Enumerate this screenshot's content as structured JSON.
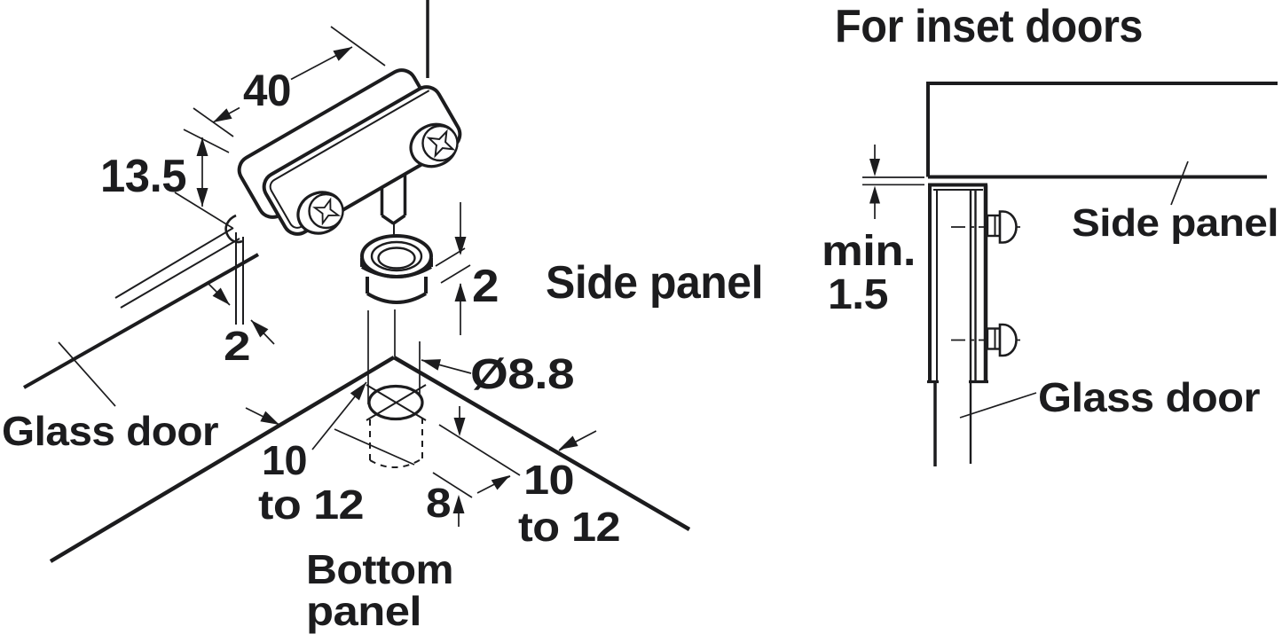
{
  "colors": {
    "ink": "#1c1c1e",
    "background": "#ffffff"
  },
  "views": {
    "isometric": {
      "labels": {
        "glass_door": "Glass door",
        "side_panel": "Side panel",
        "bottom_panel_line1": "Bottom",
        "bottom_panel_line2": "panel"
      },
      "dims": {
        "clamp_width": "40",
        "clamp_height": "13.5",
        "sleeve_lip": "2",
        "glass_thickness": "2",
        "hole_diameter": "Ø8.8",
        "front_edge_distance": [
          "10",
          "to 12"
        ],
        "hole_depth": "8",
        "side_edge_distance": [
          "10",
          "to 12"
        ]
      }
    },
    "inset": {
      "title": "For inset doors",
      "labels": {
        "side_panel": "Side panel",
        "glass_door": "Glass door"
      },
      "dims": {
        "top_gap_line1": "min.",
        "top_gap_line2": "1.5"
      }
    }
  }
}
